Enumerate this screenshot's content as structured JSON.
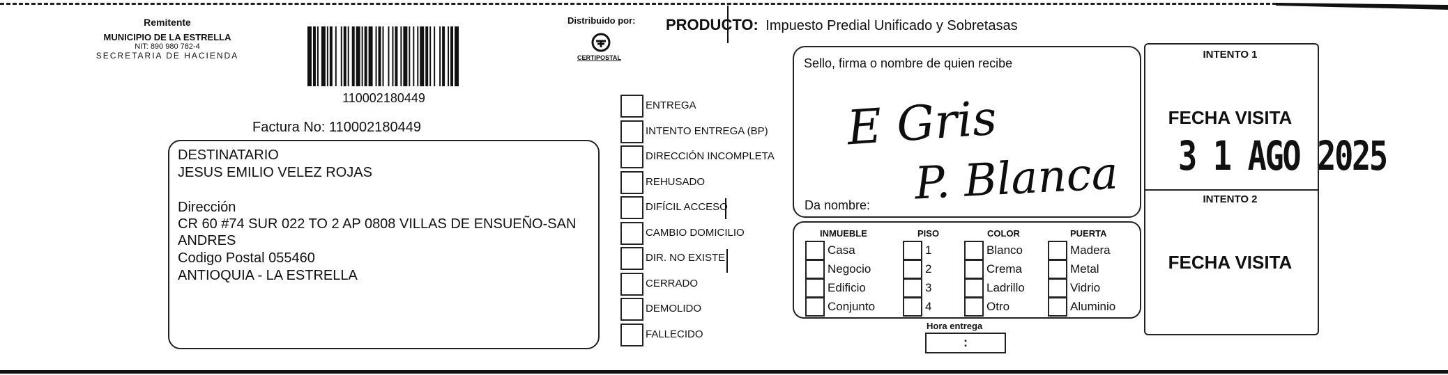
{
  "sender": {
    "title": "Remitente",
    "name": "MUNICIPIO DE LA ESTRELLA",
    "nit": "NIT: 890 980 782-4",
    "department": "SECRETARIA DE HACIENDA"
  },
  "barcode": {
    "number": "110002180449"
  },
  "invoice": "Factura No: 110002180449",
  "distributor": {
    "label": "Distribuido por:",
    "logo_text": "CERTIPOSTAL",
    "logo_icon": "certipostal-logo-icon"
  },
  "product": {
    "label": "PRODUCTO:",
    "value": "Impuesto Predial Unificado y Sobretasas"
  },
  "recipient": {
    "heading": "DESTINATARIO",
    "name": "JESUS EMILIO VELEZ ROJAS",
    "address_label": "Dirección",
    "address_line1": "CR 60  #74 SUR 022 TO 2 AP 0808 VILLAS DE ENSUEÑO-SAN",
    "address_line2": "ANDRES",
    "postal": "Codigo Postal  055460",
    "region": "ANTIOQUIA - LA ESTRELLA"
  },
  "statuses": [
    "ENTREGA",
    "INTENTO ENTREGA (BP)",
    "DIRECCIÓN INCOMPLETA",
    "REHUSADO",
    "DIFÍCIL ACCESO",
    "CAMBIO DOMICILIO",
    "DIR. NO EXISTE",
    "CERRADO",
    "DEMOLIDO",
    "FALLECIDO"
  ],
  "receiver": {
    "label": "Sello, firma o nombre de quien recibe",
    "handwriting_line1": "E Gris",
    "handwriting_line2": "P. Blanca",
    "name_label": "Da nombre:"
  },
  "property": {
    "headers": [
      "INMUEBLE",
      "PISO",
      "COLOR",
      "PUERTA"
    ],
    "inmueble": [
      "Casa",
      "Negocio",
      "Edificio",
      "Conjunto"
    ],
    "piso": [
      "1",
      "2",
      "3",
      "4"
    ],
    "color": [
      "Blanco",
      "Crema",
      "Ladrillo",
      "Otro"
    ],
    "puerta": [
      "Madera",
      "Metal",
      "Vidrio",
      "Aluminio"
    ]
  },
  "delivery_time": {
    "label": "Hora entrega",
    "value": ":"
  },
  "attempts": {
    "attempt1_title": "INTENTO 1",
    "attempt1_visit": "FECHA VISITA",
    "attempt1_stamp": "3 1 AGO 2025",
    "attempt2_title": "INTENTO 2",
    "attempt2_visit": "FECHA VISITA"
  }
}
